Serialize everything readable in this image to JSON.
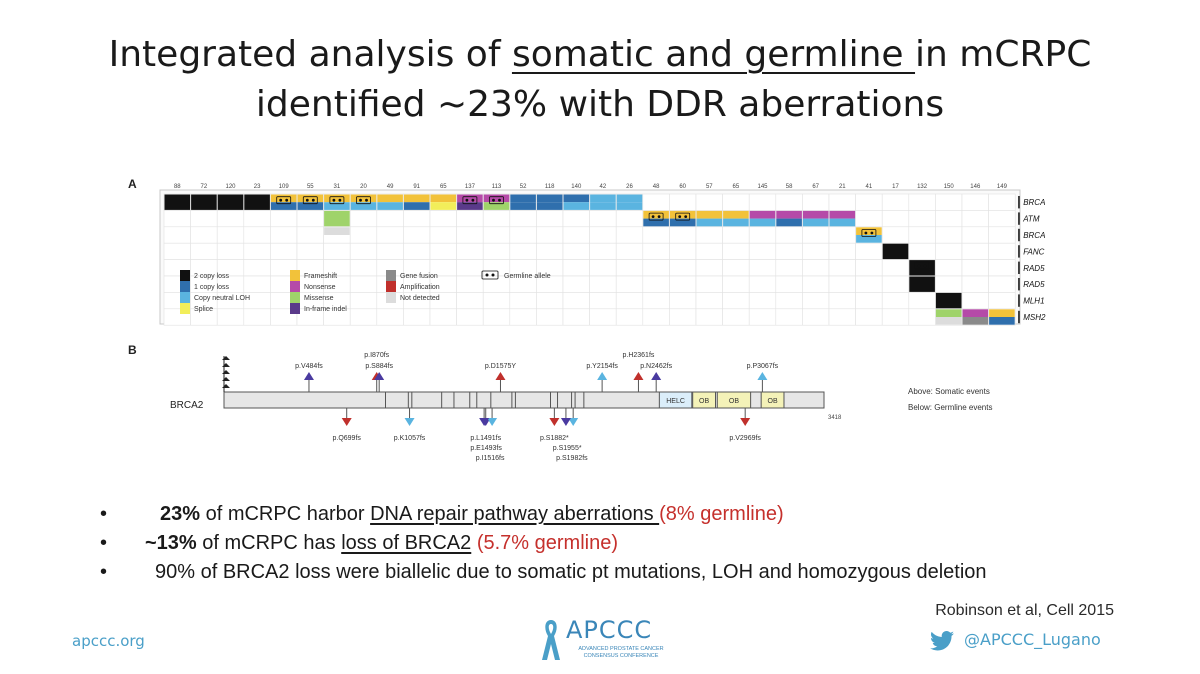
{
  "slide": {
    "title_pre": "Integrated analysis of ",
    "title_underlined": "somatic and germline ",
    "title_post": "in mCRPC",
    "title_line2": "identified ~23% with DDR aberrations"
  },
  "panel_a": {
    "label": "A",
    "counts": [
      "88",
      "72",
      "120",
      "23",
      "109",
      "55",
      "31",
      "20",
      "49",
      "91",
      "65",
      "137",
      "113",
      "52",
      "118",
      "140",
      "42",
      "26",
      "48",
      "60",
      "57",
      "65",
      "145",
      "58",
      "67",
      "21",
      "41",
      "17",
      "132",
      "150",
      "146",
      "149"
    ],
    "genes": [
      "BRCA",
      "ATM",
      "BRCA",
      "FANC",
      "RAD5",
      "RAD5",
      "MLH1",
      "MSH2"
    ],
    "legend": {
      "col1": [
        "2 copy loss",
        "1 copy loss",
        "Copy neutral LOH",
        "Splice"
      ],
      "col2": [
        "Frameshift",
        "Nonsense",
        "Missense",
        "In-frame indel"
      ],
      "col3": [
        "Gene fusion",
        "Amplification",
        "Not detected"
      ],
      "germline": "Germline allele"
    },
    "colors": {
      "two_copy_loss": "#111111",
      "one_copy_loss": "#2f6fad",
      "cn_loh": "#5ab4e0",
      "splice": "#f2ee5a",
      "frameshift": "#f2c23a",
      "nonsense": "#b54aa8",
      "missense": "#9fd36a",
      "inframe": "#5a3a8a",
      "gene_fusion": "#8a8a8a",
      "amplification": "#c0302c",
      "not_detected": "#dcdcdc"
    }
  },
  "panel_b": {
    "label": "B",
    "gene": "BRCA2",
    "end_position": "3418",
    "domains": [
      "HELC",
      "OB",
      "OB",
      "OB"
    ],
    "above_mutations": [
      "p.V484fs",
      "p.I870fs",
      "p.S884fs",
      "p.D1575Y",
      "p.Y2154fs",
      "p.H2361fs",
      "p.N2462fs",
      "p.P3067fs"
    ],
    "below_mutations": [
      "p.Q699fs",
      "p.K1057fs",
      "p.L1491fs",
      "p.E1493fs",
      "p.I1516fs",
      "p.S1882*",
      "p.S1955*",
      "p.S1982fs",
      "p.V2969fs"
    ],
    "note_above": "Above: Somatic events",
    "note_below": "Below: Germline events"
  },
  "bullets": [
    {
      "bold": "23%",
      "pre": " of mCRPC harbor ",
      "underlined": "DNA repair pathway aberrations ",
      "red": "(8% germline)"
    },
    {
      "bold": "~13%",
      "pre": " of mCRPC has ",
      "underlined": "loss of BRCA2",
      "red": " (5.7% germline)"
    },
    {
      "text": "90% of BRCA2 loss were biallelic due to somatic pt mutations, LOH and homozygous deletion"
    }
  ],
  "bullet_symbol": "•",
  "footer": {
    "citation": "Robinson et al, Cell 2015",
    "website": "apccc.org",
    "logo_name": "APCCC",
    "logo_sub": "ADVANCED PROSTATE CANCER CONSENSUS CONFERENCE",
    "twitter_handle": "@APCCC_Lugano",
    "twitter_icon": "twitter-bird-icon",
    "ribbon_icon": "awareness-ribbon-icon"
  }
}
